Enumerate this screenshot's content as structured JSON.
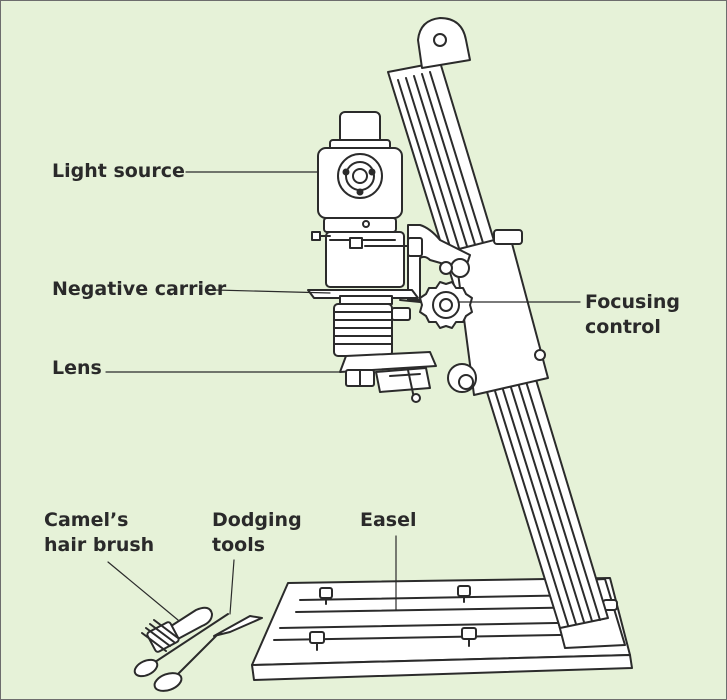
{
  "labels": {
    "light_source": "Light source",
    "negative_carrier": "Negative carrier",
    "lens": "Lens",
    "focusing_control_line1": "Focusing",
    "focusing_control_line2": "control",
    "camels_hair_brush_line1": "Camel’s",
    "camels_hair_brush_line2": "hair brush",
    "dodging_tools_line1": "Dodging",
    "dodging_tools_line2": "tools",
    "easel": "Easel"
  },
  "colors": {
    "background": "#e6f2d8",
    "line": "#2b2b2b",
    "fill": "#ffffff"
  }
}
